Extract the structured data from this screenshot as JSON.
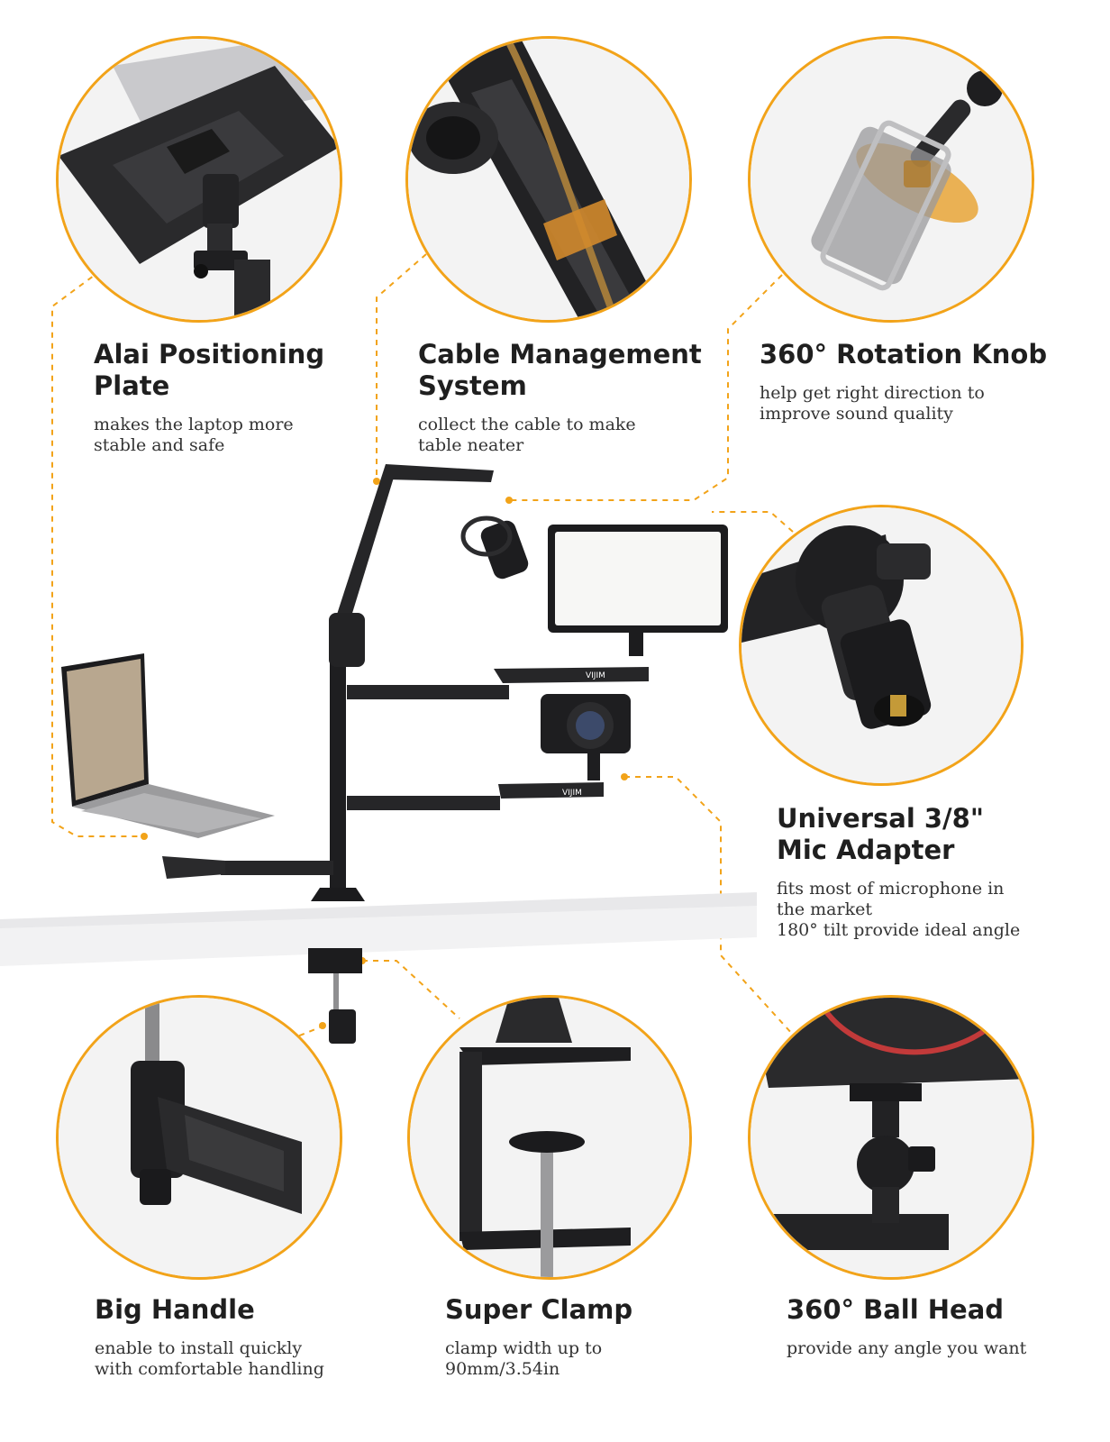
{
  "brand": {
    "accent_color": "#F2A319",
    "logo_text": "VIJIM"
  },
  "features": [
    {
      "title": "Alai Positioning\nPlate",
      "desc": "makes the laptop more\nstable and safe",
      "icon": "laptop-tray-icon"
    },
    {
      "title": "Cable Management\nSystem",
      "desc": "collect the cable to make\ntable neater",
      "icon": "cable-clip-icon"
    },
    {
      "title": "360° Rotation Knob",
      "desc": "help get right direction to\nimprove sound quality",
      "icon": "rotation-knob-icon"
    },
    {
      "title": "Universal 3/8\"\nMic Adapter",
      "desc": "fits most of microphone in\nthe market\n180° tilt provide ideal angle",
      "icon": "mic-adapter-icon"
    },
    {
      "title": "Big Handle",
      "desc": "enable to install quickly\nwith comfortable handling",
      "icon": "handle-icon"
    },
    {
      "title": "Super Clamp",
      "desc": "clamp width up to\n90mm/3.54in",
      "icon": "clamp-icon"
    },
    {
      "title": "360° Ball Head",
      "desc": "provide any angle you want",
      "icon": "ball-head-icon"
    }
  ]
}
